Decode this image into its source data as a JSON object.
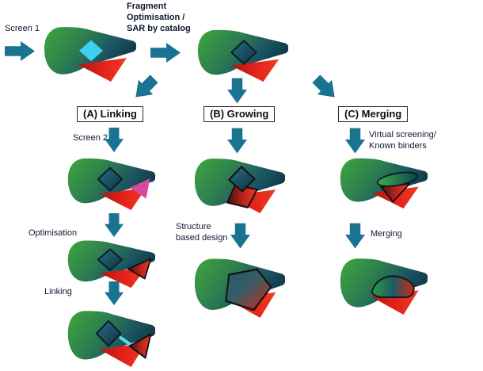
{
  "colors": {
    "arrow_teal": "#1A7390",
    "pocket_green": "#3BA23E",
    "pocket_teal_dark": "#0F3642",
    "pocket_red": "#E32119",
    "fragment_cyan": "#3FD0F2",
    "fragment_teal": "#1E5A6E",
    "fragment_magenta": "#D64A9E",
    "text": "#101830"
  },
  "icons": {
    "arrow_right": "teal block arrow pointing right",
    "arrow_down": "teal block arrow pointing down",
    "arrow_down_left": "teal block arrow pointing down-left",
    "arrow_down_right": "teal block arrow pointing down-right",
    "protein_pocket": "green-teal binding pocket with red sub-pocket"
  },
  "top_row": {
    "screen1_label": "Screen 1",
    "fragment_opt_line1": "Fragment",
    "fragment_opt_line2": "Optimisation /",
    "fragment_opt_line3": "SAR by catalog"
  },
  "columns": {
    "a": {
      "header": "(A) Linking",
      "step1_label": "Screen 2",
      "step2_label": "Optimisation",
      "step3_label": "Linking"
    },
    "b": {
      "header": "(B) Growing",
      "step1_label_line1": "Structure",
      "step1_label_line2": "based design"
    },
    "c": {
      "header": "(C) Merging",
      "step1_label_line1": "Virtual screening/",
      "step1_label_line2": "Known binders",
      "step2_label": "Merging"
    }
  }
}
